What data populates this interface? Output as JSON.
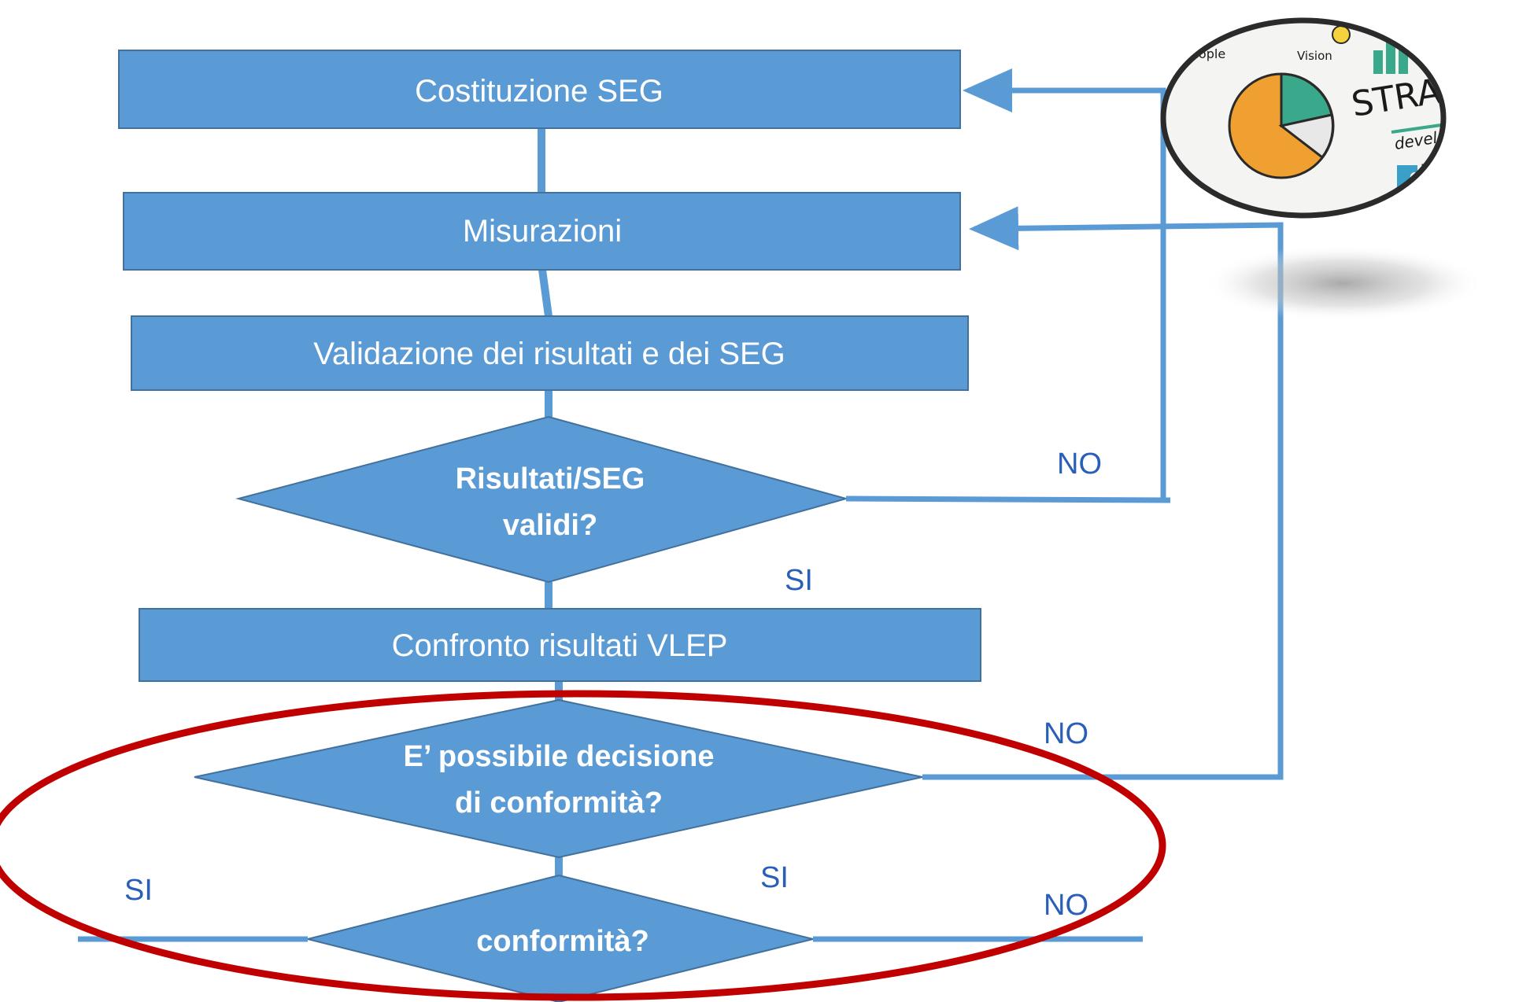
{
  "boxes": {
    "costituzione": "Costituzione SEG",
    "misurazioni": "Misurazioni",
    "validazione": "Validazione dei risultati e dei SEG",
    "confronto": "Confronto risultati VLEP"
  },
  "decisions": {
    "validi": [
      "Risultati/SEG",
      "validi?"
    ],
    "decisione": [
      "E’ possibile decisione",
      "di conformità?"
    ],
    "conformita": [
      "conformità?"
    ]
  },
  "labels": {
    "no_validi": "NO",
    "si_validi": "SI",
    "no_decisione": "NO",
    "si_decisione": "SI",
    "si_left": "SI",
    "no_right": "NO"
  },
  "logo": {
    "title": "STRATEGY",
    "subtitle": "development",
    "words": [
      "People",
      "Vision"
    ]
  },
  "colors": {
    "box_fill": "#5b9bd5",
    "box_stroke": "#41719c",
    "connector": "#5b9bd5",
    "label_text": "#2a5fb8",
    "highlight_ring": "#c00000"
  }
}
